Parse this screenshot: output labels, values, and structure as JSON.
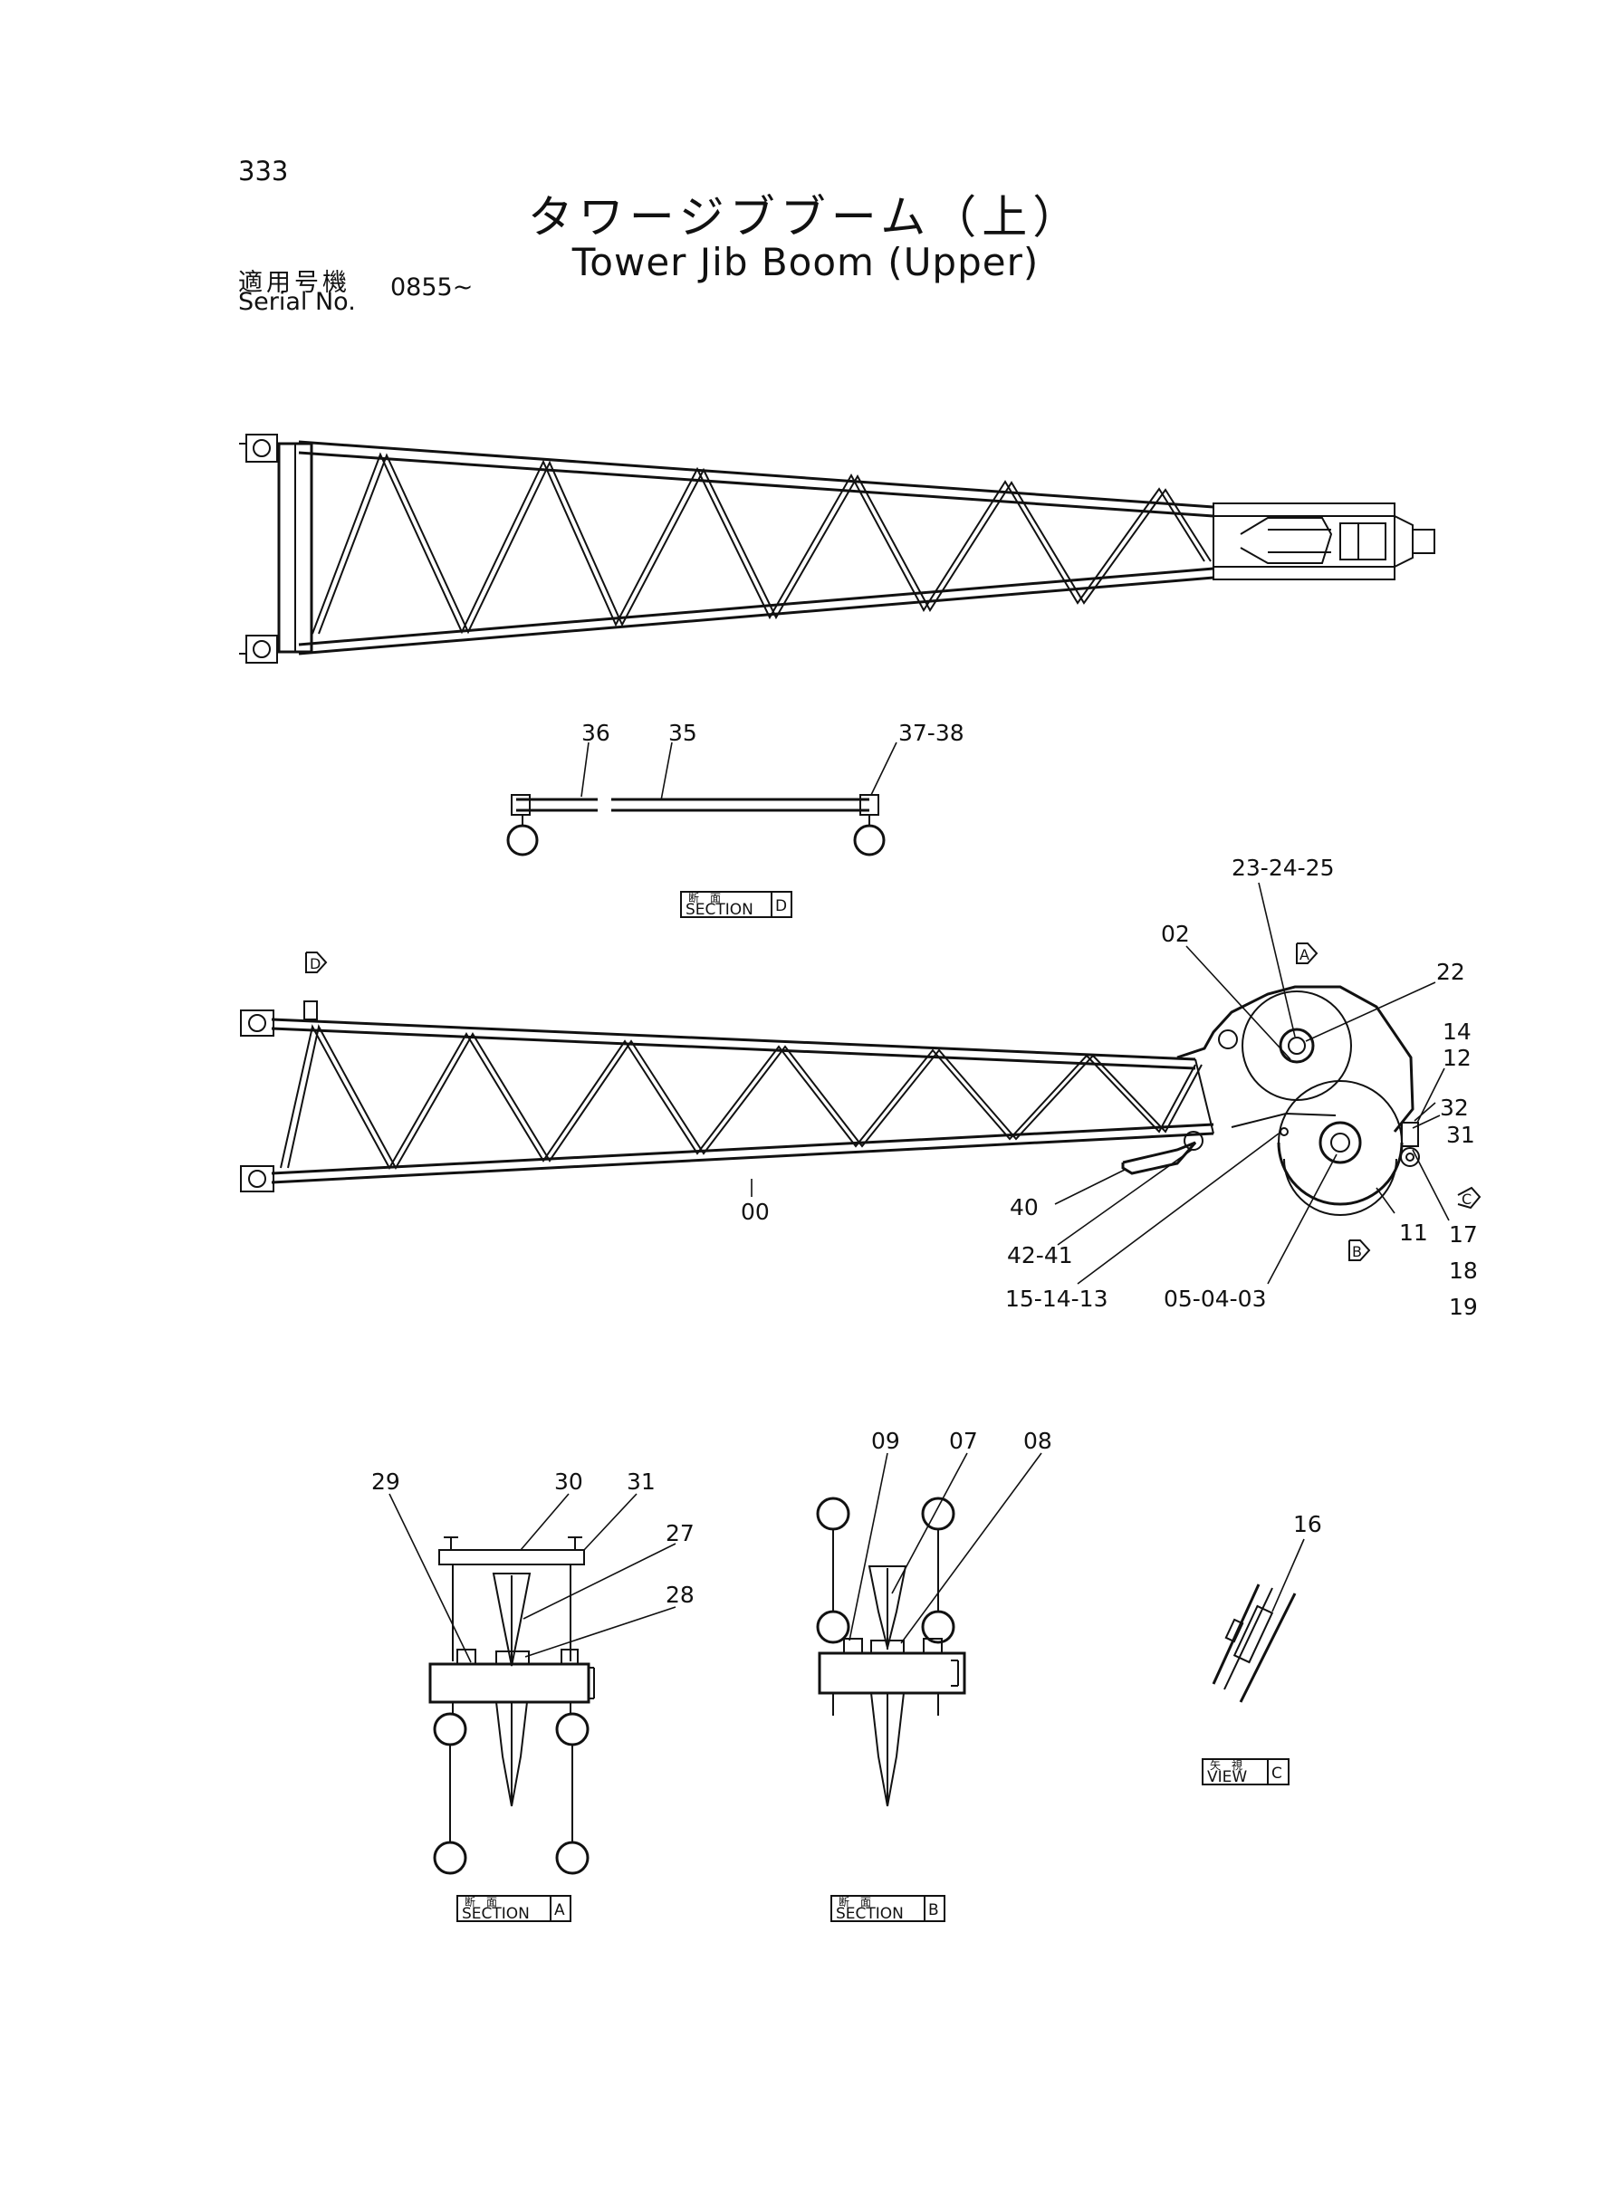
{
  "header": {
    "page_number": "333",
    "title_jp": "タワージブブーム（上）",
    "title_en": "Tower Jib Boom (Upper)",
    "serial_label_jp": "適用号機",
    "serial_label_en": "Serial No.",
    "serial_value": "0855~"
  },
  "labels": {
    "p36": "36",
    "p35": "35",
    "p37_38": "37-38",
    "p23_24_25": "23-24-25",
    "p02": "02",
    "p22": "22",
    "p14": "14",
    "p12": "12",
    "p32": "32",
    "p31": "31",
    "p17": "17",
    "p18": "18",
    "p19": "19",
    "p11": "11",
    "p00": "00",
    "p40": "40",
    "p42_41": "42-41",
    "p15_14_13": "15-14-13",
    "p05_04_03": "05-04-03",
    "p29": "29",
    "p30": "30",
    "p31b": "31",
    "p27": "27",
    "p28": "28",
    "p09": "09",
    "p07": "07",
    "p08": "08",
    "p16": "16"
  },
  "view_markers": {
    "a": "A",
    "b": "B",
    "c": "C",
    "d": "D"
  },
  "section_boxes": {
    "jp_section": "断　面",
    "jp_view": "矢　視",
    "section_word": "SECTION",
    "view_word": "VIEW",
    "d": "D",
    "a": "A",
    "b": "B",
    "c": "C"
  }
}
